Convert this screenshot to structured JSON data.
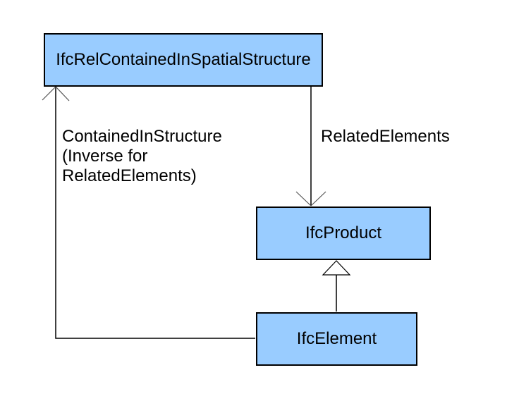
{
  "diagram": {
    "kind": "uml-class-relationship",
    "colors": {
      "background": "#FFFFFF",
      "node_fill": "#99CCFF",
      "node_border": "#000000",
      "connector": "#000000",
      "arrowhead_stroke": "#555555",
      "text": "#000000"
    },
    "nodes": [
      {
        "id": "ifc-rel-contained-in-spatial-structure",
        "label": "IfcRelContainedInSpatialStructure"
      },
      {
        "id": "ifc-product",
        "label": "IfcProduct"
      },
      {
        "id": "ifc-element",
        "label": "IfcElement"
      }
    ],
    "edges": [
      {
        "id": "contained-in-structure",
        "from": "IfcElement",
        "to": "IfcRelContainedInSpatialStructure",
        "arrow_style": "open-v",
        "label_lines": [
          "ContainedInStructure",
          "(Inverse for",
          "RelatedElements)"
        ]
      },
      {
        "id": "related-elements",
        "from": "IfcRelContainedInSpatialStructure",
        "to": "IfcProduct",
        "arrow_style": "open-v",
        "label_lines": [
          "RelatedElements"
        ]
      },
      {
        "id": "generalization",
        "from": "IfcElement",
        "to": "IfcProduct",
        "arrow_style": "hollow-triangle",
        "label_lines": []
      }
    ]
  }
}
